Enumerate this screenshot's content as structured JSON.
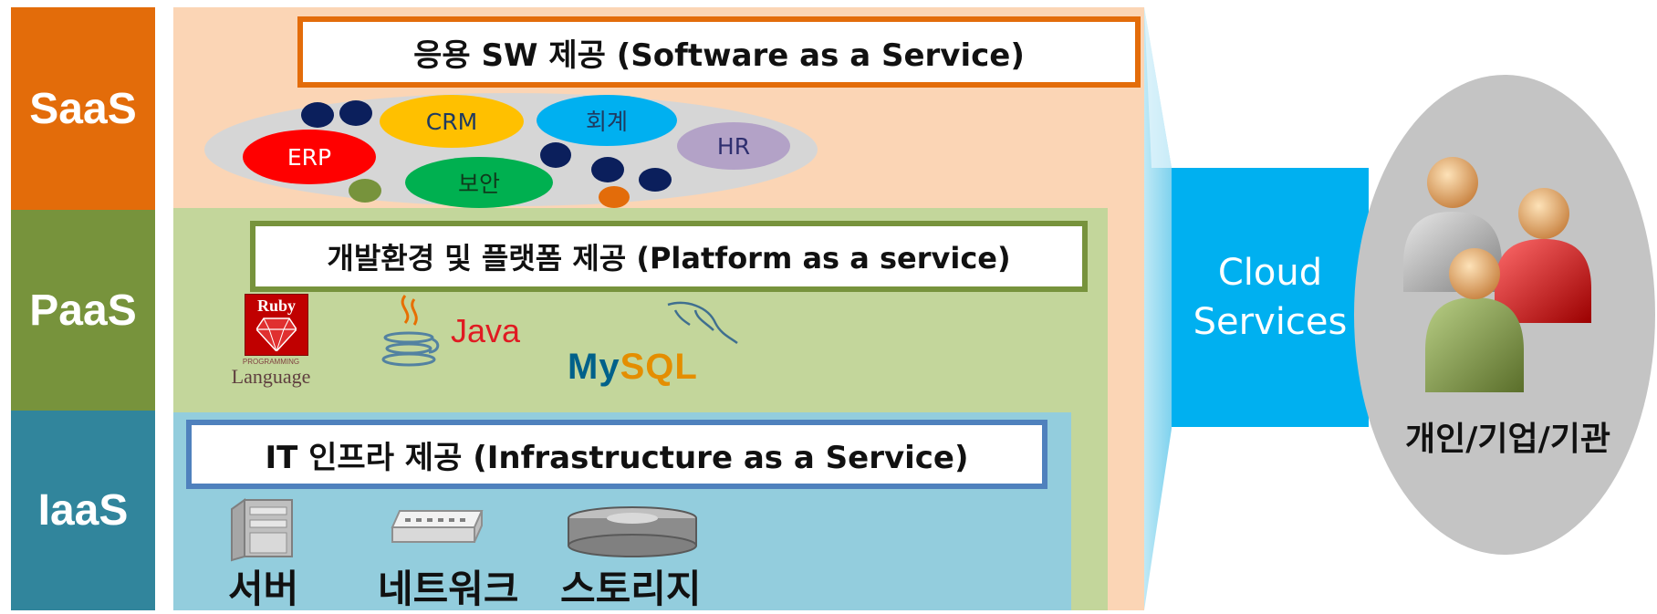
{
  "side_labels": {
    "saas": "SaaS",
    "paas": "PaaS",
    "iaas": "IaaS"
  },
  "saas": {
    "title": "응용 SW 제공 (Software as a Service)",
    "bubbles": {
      "crm": "CRM",
      "accounting": "회계",
      "erp": "ERP",
      "hr": "HR",
      "security": "보안"
    }
  },
  "paas": {
    "title": "개발환경 및 플랫폼 제공 (Platform as a service)",
    "logos": {
      "ruby": "Ruby",
      "ruby_sub": "PROGRAMMING",
      "ruby_lang": "Language",
      "java": "Java",
      "mysql_my": "My",
      "mysql_sql": "SQL"
    }
  },
  "iaas": {
    "title": "IT 인프라 제공 (Infrastructure as a Service)",
    "items": {
      "server": "서버",
      "network": "네트워크",
      "storage": "스토리지"
    }
  },
  "cloud": {
    "line1": "Cloud",
    "line2": "Services"
  },
  "users": {
    "label": "개인/기업/기관"
  },
  "colors": {
    "saas": "#e36c0a",
    "paas": "#77933c",
    "iaas": "#31859c",
    "saas_bg": "#fbd5b5",
    "paas_bg": "#c3d69b",
    "iaas_bg": "#93cddd",
    "cloud": "#00b0f0"
  }
}
